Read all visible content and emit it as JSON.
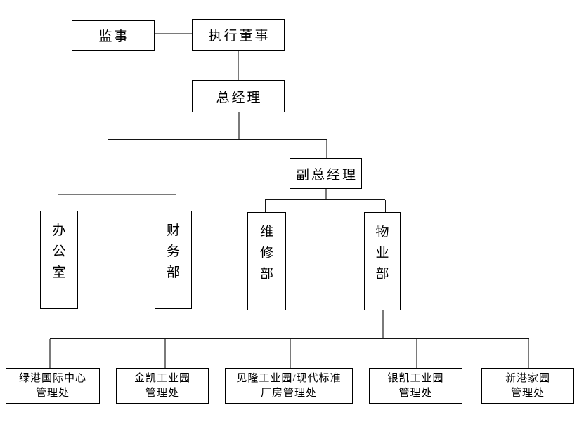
{
  "diagram": {
    "type": "org-chart",
    "background_color": "#ffffff",
    "box_border_color": "#000000",
    "connector_gray_color": "#7a7a7a",
    "connector_black_color": "#141414",
    "nodes": {
      "supervisor": "监事",
      "executive_director": "执行董事",
      "general_manager": "总经理",
      "deputy_general_manager": "副总经理",
      "office": "办公室",
      "finance": "财务部",
      "maintenance": "维修部",
      "property": "物业部",
      "lvgang": {
        "line1": "绿港国际中心",
        "line2": "管理处"
      },
      "jinkai": {
        "line1": "金凯工业园",
        "line2": "管理处"
      },
      "jianlong": {
        "line1": "见隆工业园/现代标准",
        "line2": "厂房管理处"
      },
      "yinkai": {
        "line1": "银凯工业园",
        "line2": "管理处"
      },
      "xingang": {
        "line1": "新港家园",
        "line2": "管理处"
      }
    }
  }
}
